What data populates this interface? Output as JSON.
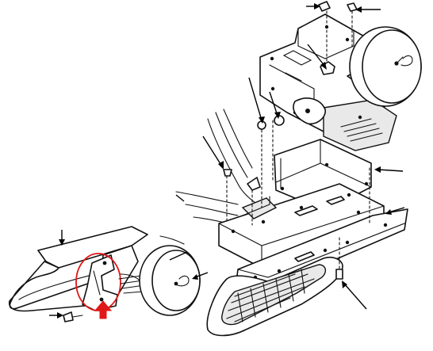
{
  "figure": {
    "callout_color": "#e01818",
    "line_color": "#111111",
    "background": "#ffffff",
    "callouts": [
      {
        "name": "top-bolt-left",
        "icon": "bolt-icon"
      },
      {
        "name": "top-bolt-right",
        "icon": "bolt-icon"
      },
      {
        "name": "bracket-nut",
        "icon": "nut-icon"
      },
      {
        "name": "mount-nut-left",
        "icon": "nut-icon"
      },
      {
        "name": "mount-nut-right",
        "icon": "nut-icon"
      },
      {
        "name": "lamp-assembly-upper",
        "icon": "lamp-icon"
      },
      {
        "name": "frame-screw",
        "icon": "screw-icon"
      },
      {
        "name": "lamp-bracket-right",
        "icon": "bracket-icon"
      },
      {
        "name": "bumper-bracket",
        "icon": "bracket-icon"
      },
      {
        "name": "lower-bolt",
        "icon": "bolt-icon"
      },
      {
        "name": "fender-trim",
        "icon": "trim-icon"
      },
      {
        "name": "lamp-assembly-lower",
        "icon": "lamp-icon"
      },
      {
        "name": "bracket-screw",
        "icon": "screw-icon"
      },
      {
        "name": "lamp-bezel",
        "icon": "bezel-icon"
      },
      {
        "name": "bracket-stud",
        "icon": "stud-icon"
      }
    ]
  }
}
